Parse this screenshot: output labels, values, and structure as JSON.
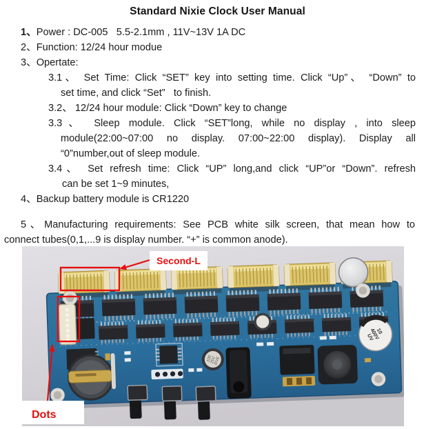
{
  "title": "Standard Nixie Clock User Manual",
  "doc": {
    "lines": [
      {
        "ind": "item",
        "parts": [
          {
            "t": "1、",
            "b": true
          },
          {
            "t": "Power : DC-005   5.5-2.1mm , 11V~13V 1A DC"
          }
        ]
      },
      {
        "ind": "item",
        "parts": [
          {
            "t": "2、Function: 12/24 hour modue"
          }
        ]
      },
      {
        "ind": "item",
        "parts": [
          {
            "t": "3、Opertate:"
          }
        ]
      },
      {
        "ind": "sub",
        "j": true,
        "parts": [
          {
            "t": "3.1、 Set Time: Click “SET” key into setting time. Click “Up”、 “Down” to"
          }
        ]
      },
      {
        "ind": "subc",
        "parts": [
          {
            "t": "set time, and click “Set”   to finish."
          }
        ]
      },
      {
        "ind": "sub",
        "parts": [
          {
            "t": "3.2、 12/24 hour module: Click “Down” key to change"
          }
        ]
      },
      {
        "ind": "sub",
        "j": true,
        "parts": [
          {
            "t": "3.3、 Sleep module. Click “SET”long, while no display , into sleep"
          }
        ]
      },
      {
        "ind": "subc",
        "j": true,
        "parts": [
          {
            "t": "module(22:00~07:00 no display. 07:00~22:00 display). Display all"
          }
        ]
      },
      {
        "ind": "subc",
        "parts": [
          {
            "t": "“0”number,out of sleep module."
          }
        ]
      },
      {
        "ind": "sub",
        "j": true,
        "parts": [
          {
            "t": "3.4、 Set refresh time: Click “UP” long,and click “UP”or “Down”. refresh"
          }
        ]
      },
      {
        "ind": "subc2",
        "parts": [
          {
            "t": "can be set 1~9 minutes,"
          }
        ]
      },
      {
        "ind": "item",
        "parts": [
          {
            "t": "4、Backup battery module is CR1220"
          }
        ]
      },
      {
        "ind": "item5",
        "j": true,
        "cls": "mt-gap",
        "parts": [
          {
            "t": "5、Manufacturing requirements: See PCB white silk screen, that mean how to"
          }
        ]
      },
      {
        "ind": "marg",
        "parts": [
          {
            "t": "connect tubes(0,1,...9 is display number. “+” is common anode)."
          }
        ]
      }
    ]
  },
  "figure": {
    "second_l_label": "Second-L",
    "dots_label": "Dots",
    "annotation_color": "#e4100e",
    "pcb_color": "#2e72a2",
    "cap_small": [
      "100",
      "25V",
      "RVE"
    ],
    "cap_big": [
      "10",
      "400V",
      "UV"
    ]
  }
}
